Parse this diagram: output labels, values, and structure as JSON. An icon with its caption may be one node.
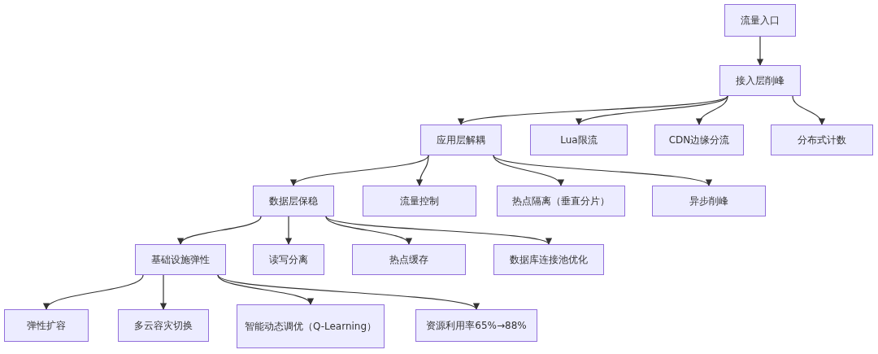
{
  "diagram": {
    "nodes": [
      {
        "text": [
          "流量入口"
        ]
      },
      {
        "text": [
          "接入层削峰"
        ]
      },
      {
        "text": [
          "应用层解耦"
        ]
      },
      {
        "text": [
          "Lua限流"
        ]
      },
      {
        "text": [
          "CDN边缘分流"
        ]
      },
      {
        "text": [
          "分布式计数"
        ]
      },
      {
        "text": [
          "数据层保稳"
        ]
      },
      {
        "text": [
          "流量控制"
        ]
      },
      {
        "text": [
          "热点隔离（垂直分片）"
        ]
      },
      {
        "text": [
          "异步削峰"
        ]
      },
      {
        "text": [
          "基础设施弹性"
        ]
      },
      {
        "text": [
          "读写分离"
        ]
      },
      {
        "text": [
          "热点缓存"
        ]
      },
      {
        "text": [
          "数据库连接池优化"
        ]
      },
      {
        "text": [
          "弹性扩容"
        ]
      },
      {
        "text": [
          "多云容灾切换"
        ]
      },
      {
        "text": [
          "智能动态调优（Q-Learning）"
        ]
      },
      {
        "text": [
          "资源利用率65%→88%"
        ]
      }
    ],
    "edges": [
      {
        "from": 0,
        "to": 1,
        "arrow": "to"
      },
      {
        "from": 1,
        "to": 2,
        "arrow": "to"
      },
      {
        "from": 1,
        "to": 3,
        "arrow": "to"
      },
      {
        "from": 1,
        "to": 4,
        "arrow": "to"
      },
      {
        "from": 1,
        "to": 5,
        "arrow": "to"
      },
      {
        "from": 2,
        "to": 6,
        "arrow": "to"
      },
      {
        "from": 2,
        "to": 7,
        "arrow": "to"
      },
      {
        "from": 2,
        "to": 8,
        "arrow": "to"
      },
      {
        "from": 2,
        "to": 9,
        "arrow": "to"
      },
      {
        "from": 6,
        "to": 10,
        "arrow": "to"
      },
      {
        "from": 6,
        "to": 11,
        "arrow": "to"
      },
      {
        "from": 6,
        "to": 12,
        "arrow": "to"
      },
      {
        "from": 6,
        "to": 13,
        "arrow": "to"
      },
      {
        "from": 10,
        "to": 14,
        "arrow": "to"
      },
      {
        "from": 10,
        "to": 15,
        "arrow": "to"
      },
      {
        "from": 10,
        "to": 16,
        "arrow": "to"
      },
      {
        "from": 10,
        "to": 17,
        "arrow": "to"
      }
    ]
  }
}
